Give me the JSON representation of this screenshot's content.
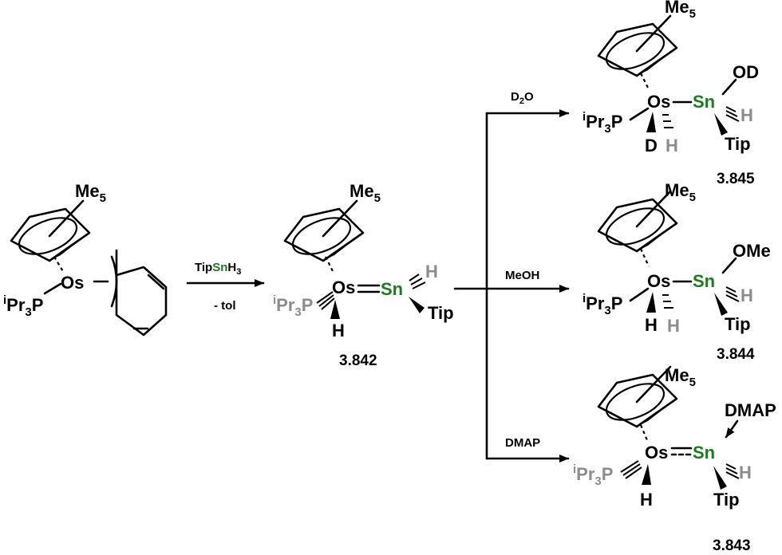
{
  "reagents": {
    "step1_top_prefix": "Tip",
    "step1_top_sn": "Sn",
    "step1_top_h": "H",
    "step1_top_sub": "3",
    "step1_bottom": "- tol",
    "d2o_d": "D",
    "d2o_sub": "2",
    "d2o_o": "O",
    "meoh": "MeOH",
    "dmap": "DMAP"
  },
  "labels": {
    "me": "Me",
    "me_sub": "5",
    "os": "Os",
    "sn": "Sn",
    "h": "H",
    "d": "D",
    "tip": "Tip",
    "od": "OD",
    "ome": "OMe",
    "dmap": "DMAP",
    "p_i": "i",
    "p_pr": "Pr",
    "p_sub": "3",
    "p_p": "P"
  },
  "compounds": {
    "c1": "3.842",
    "c2": "3.845",
    "c3": "3.844",
    "c4": "3.843"
  },
  "colors": {
    "tin": "#1f7a1f",
    "grey": "#8c8c8c"
  }
}
